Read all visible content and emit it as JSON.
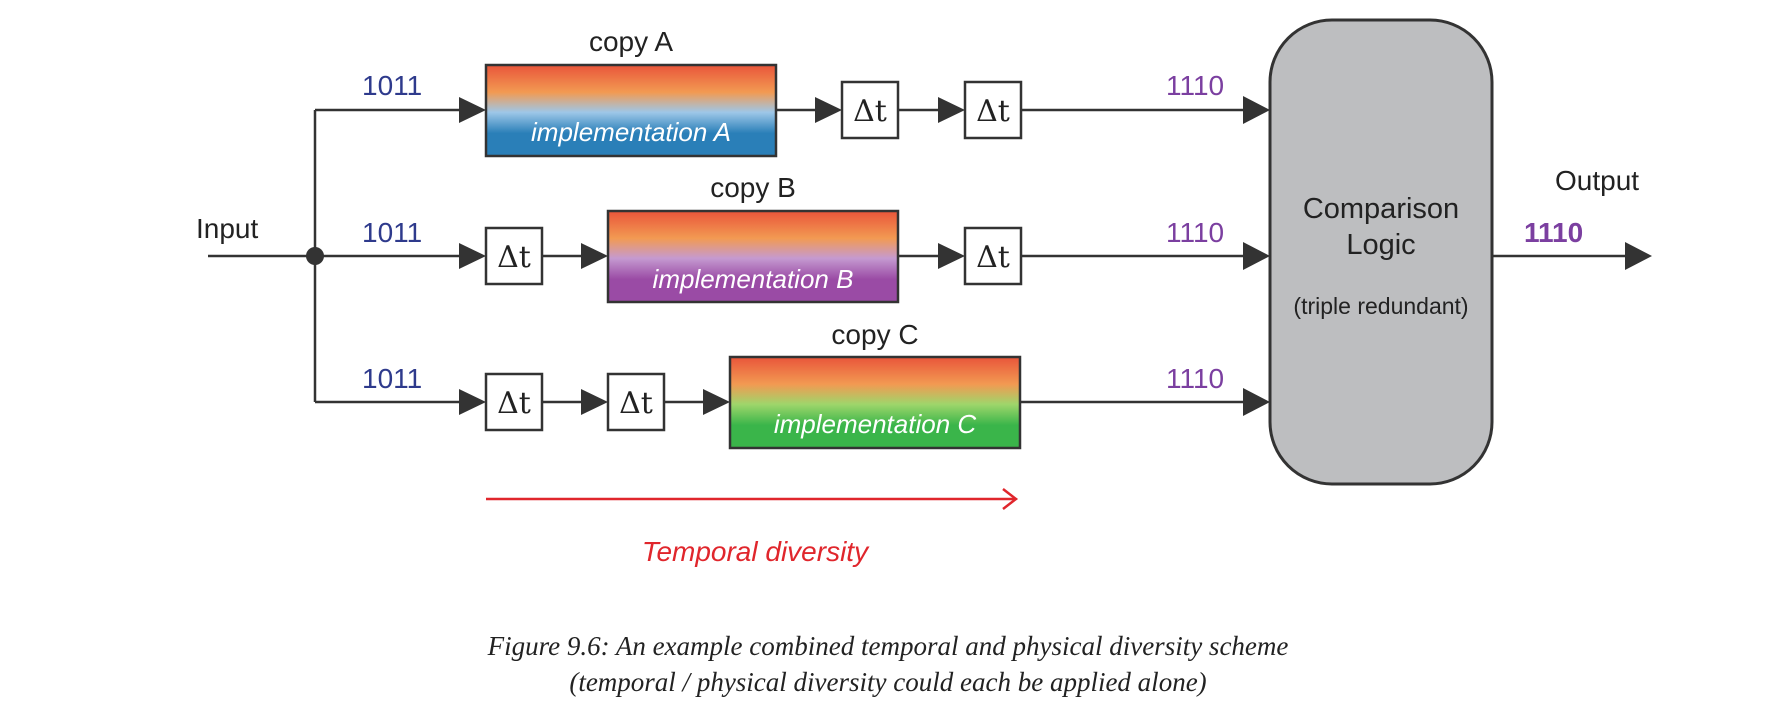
{
  "input_label": "Input",
  "output_label": "Output",
  "output_value": "1110",
  "delay_label": "Δt",
  "rows": [
    {
      "input_value": "1011",
      "copy_label": "copy A",
      "impl_label": "implementation A",
      "output_value": "1110"
    },
    {
      "input_value": "1011",
      "copy_label": "copy B",
      "impl_label": "implementation B",
      "output_value": "1110"
    },
    {
      "input_value": "1011",
      "copy_label": "copy C",
      "impl_label": "implementation C",
      "output_value": "1110"
    }
  ],
  "comparison": {
    "title_line1": "Comparison",
    "title_line2": "Logic",
    "subtitle": "(triple redundant)"
  },
  "temporal_label": "Temporal diversity",
  "caption": {
    "line1": "Figure 9.6:  An example combined temporal and physical diversity scheme",
    "line2": "(temporal / physical diversity could each be applied alone)"
  },
  "colors": {
    "line": "#333333",
    "input_values": "#2e3a8c",
    "output_values": "#7b3fa0",
    "temporal": "#e0262c",
    "comparison_fill": "#bdbec0",
    "impl_a_bottom": "#2a7fb8",
    "impl_b_bottom": "#9a4ba5",
    "impl_c_bottom": "#3ab54a",
    "impl_top": "#e9553a"
  }
}
